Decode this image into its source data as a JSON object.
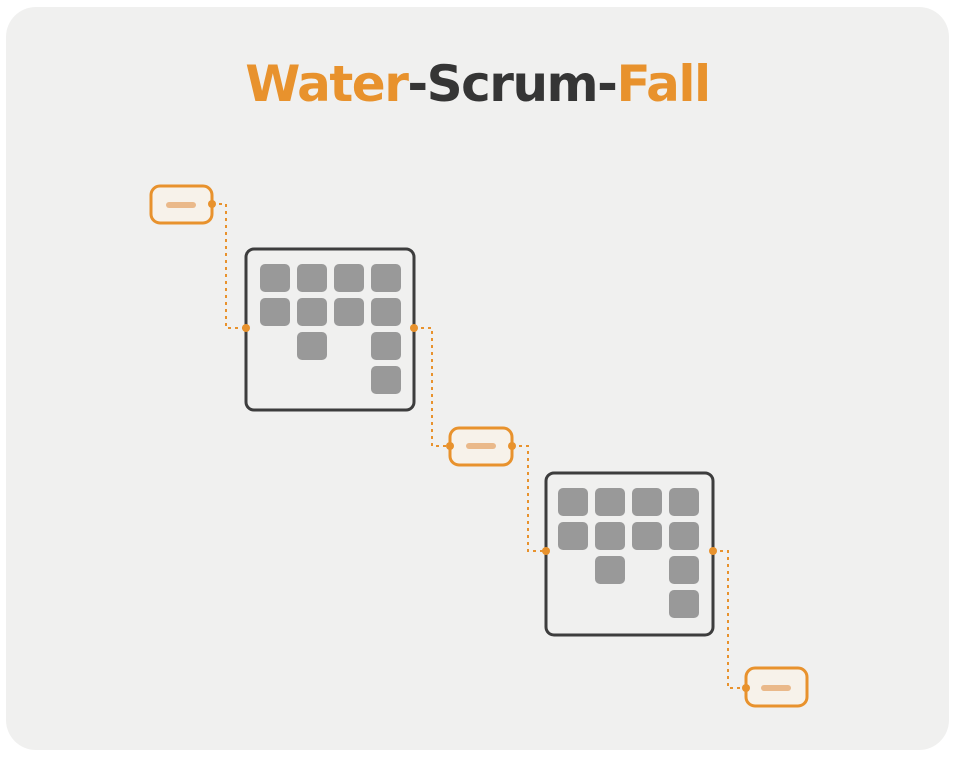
{
  "title": {
    "part1": "Water",
    "sep1": "-",
    "part2": "Scrum",
    "sep2": "-",
    "part3": "Fall"
  },
  "colors": {
    "accent": "#e8922d",
    "dark": "#353535",
    "sprint_border": "#3d3d3d",
    "task_block": "#999999",
    "background": "#f0f0ef"
  },
  "icons": {
    "phase": "waterfall-phase-icon",
    "sprint": "scrum-board-icon",
    "task": "task-card-icon",
    "connector": "dotted-connector-line"
  }
}
